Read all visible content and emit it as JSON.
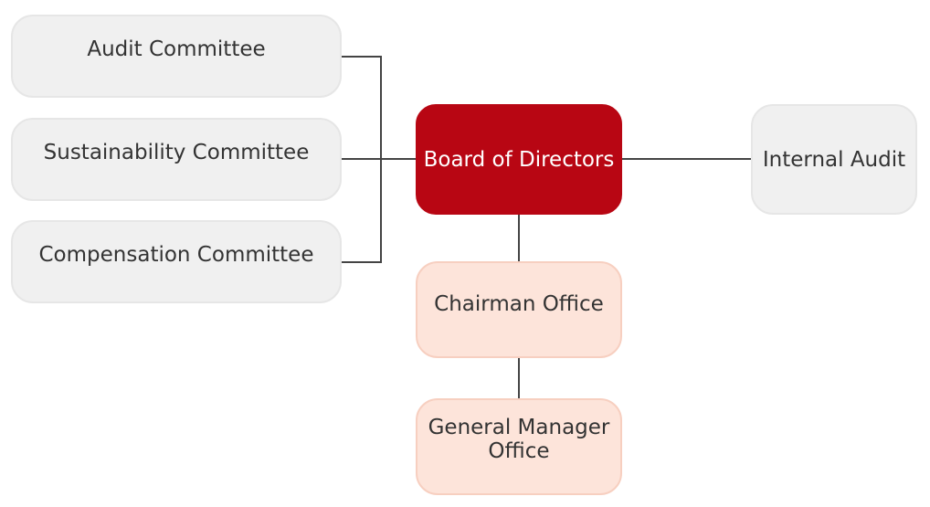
{
  "diagram": {
    "nodes": {
      "audit_committee": "Audit Committee",
      "sustainability_committee": "Sustainability Committee",
      "compensation_committee": "Compensation Committee",
      "board_of_directors": "Board of Directors",
      "internal_audit": "Internal Audit",
      "chairman_office": "Chairman Office",
      "general_manager_office": "General Manager Office"
    },
    "colors": {
      "board_fill": "#b80613",
      "committee_fill": "#f0f0f0",
      "office_fill": "#fde4da",
      "connector": "#444444"
    }
  }
}
